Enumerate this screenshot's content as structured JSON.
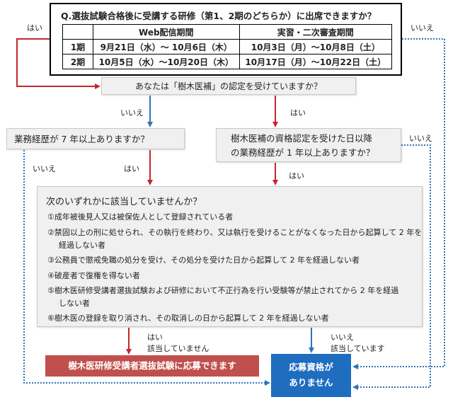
{
  "question": {
    "title": "Q.選抜試験合格後に受講する研修（第1、2期のどちらか）に出席できますか？",
    "table": {
      "headers": [
        "",
        "Web配信期間",
        "実習・二次審査期間"
      ],
      "rows": [
        [
          "1期",
          "9月21日（水）～ 10月6日（木）",
          "10月3日（月）～10月8日（土）"
        ],
        [
          "2期",
          "10月5日（水）～10月20日（木）",
          "10月17日（月）～10月22日（土）"
        ]
      ]
    }
  },
  "nodes": {
    "q_certified": "あなたは「樹木医補」の認定を受けていますか？",
    "q_experience7": "業務経歴が 7 年以上ありますか？",
    "q_experience1_line1": "樹木医補の資格認定を受けた日以降",
    "q_experience1_line2": "の業務経歴が 1 年以上ありますか？",
    "disq": {
      "heading": "次のいずれかに該当していませんか？",
      "items": [
        "①成年被後見人又は被保佐人として登録されている者",
        "②禁固以上の刑に処せられ、その執行を終わり、又は執行を受けることがなくなった日から起算して 2 年を",
        "経過しない者",
        "③公務員で懲戒免職の処分を受け、その処分を受けた日から起算して 2 年を経過しない者",
        "④破産者で復権を得ない者",
        "⑤樹木医研修受講者選抜試験および研修において不正行為を行い受験等が禁止されてから 2 年を経過",
        "しない者",
        "⑥樹木医の登録を取り消され、その取消しの日から起算して 2 年を経過しない者"
      ]
    },
    "result_eligible": "樹木医研修受講者選抜試験に応募できます",
    "result_ineligible_line1": "応募資格が",
    "result_ineligible_line2": "ありません"
  },
  "labels": {
    "yes": "はい",
    "no": "いいえ",
    "not_applicable": "該当していません",
    "applicable": "該当しています"
  },
  "colors": {
    "yes_arrow": "#c0282d",
    "no_arrow": "#2e75b6",
    "result_red": "#c0504d",
    "result_blue": "#1f6dbf",
    "question_bg": "#f0f0f0"
  }
}
